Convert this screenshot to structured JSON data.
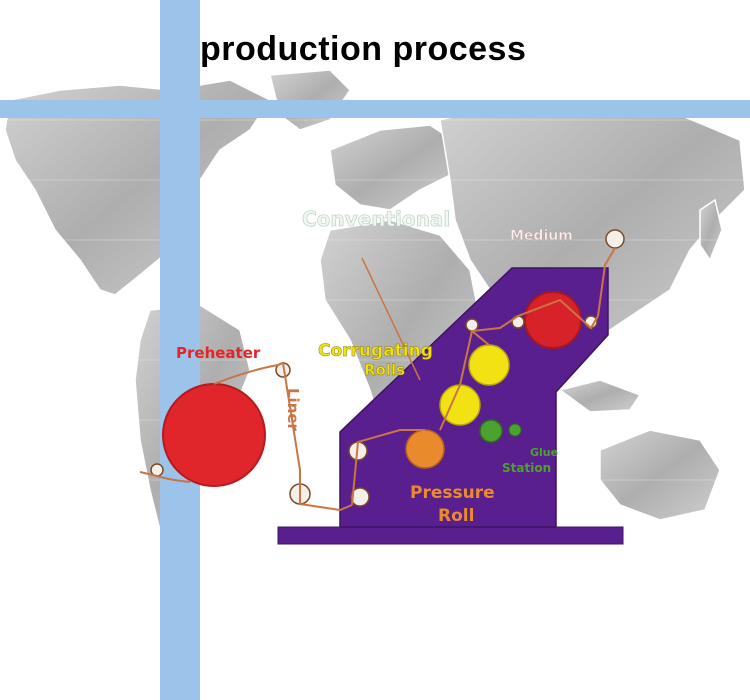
{
  "title": "production process",
  "colors": {
    "accent_bar": "#9cc3ea",
    "machine_body": "#5a1f8e",
    "preheater": "#e0262a",
    "medium_roll": "#d8222a",
    "corrugating_roll": "#f2e214",
    "pressure_roll": "#e98a2d",
    "glue_roll": "#4ca22e",
    "paper_line": "#c97544",
    "map_fill": "#bdbdbd"
  },
  "diagram": {
    "labels": {
      "conventional": "Conventional",
      "medium": "Medium",
      "preheater": "Preheater",
      "corrugating_rolls_line1": "Corrugating",
      "corrugating_rolls_line2": "Rolls",
      "liner": "Liner",
      "glue_station_line1": "Glue",
      "glue_station_line2": "Station",
      "pressure_roll_line1": "Pressure",
      "pressure_roll_line2": "Roll"
    }
  }
}
